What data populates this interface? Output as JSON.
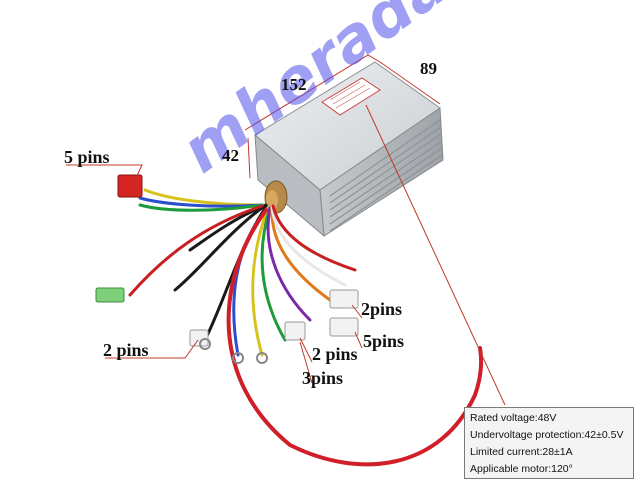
{
  "dimensions": {
    "length": "152",
    "width": "89",
    "height": "42"
  },
  "connectors": {
    "five_pins": "5 pins",
    "two_pins_left": "2 pins",
    "two_pins_right": "2pins",
    "five_pins_right": "5pins",
    "two_pins_mid": "2 pins",
    "three_pins": "3pins"
  },
  "watermark": "mheradas.lt",
  "specs": [
    "Rated voltage:48V",
    "Undervoltage protection:42±0.5V",
    "Limited current:28±1A",
    "Applicable motor:120°"
  ],
  "colors": {
    "label_line": "#c0392b",
    "watermark": "#5050eb",
    "housing": "#d6dadd"
  }
}
